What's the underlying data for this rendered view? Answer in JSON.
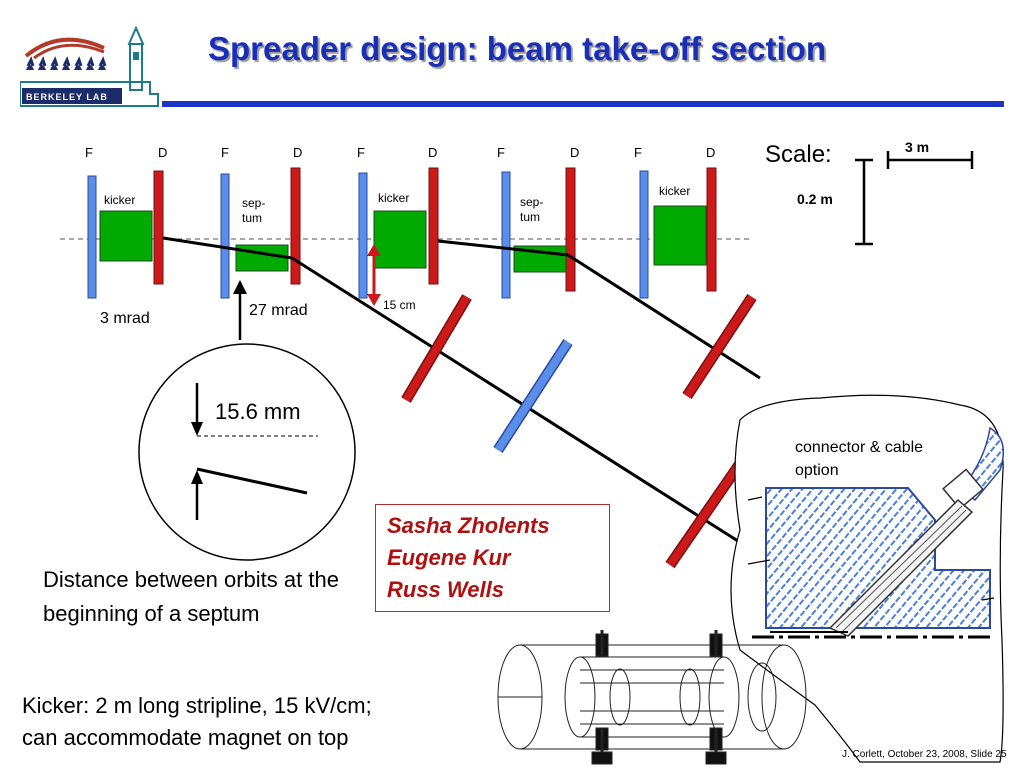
{
  "header": {
    "title": "Spreader design: beam take-off section",
    "logo_text": "BERKELEY LAB",
    "accent_color": "#1a35c8"
  },
  "diagram": {
    "magnet_labels": [
      "F",
      "D",
      "F",
      "D",
      "F",
      "D",
      "F",
      "D",
      "F",
      "D"
    ],
    "element_labels": {
      "kicker_1": "kicker",
      "septum_1": "sep-\ntum",
      "kicker_2": "kicker",
      "septum_2": "sep-\ntum",
      "kicker_3": "kicker"
    },
    "angle_1": "3 mrad",
    "angle_2": "27 mrad",
    "gap_label": "15 cm",
    "scale": {
      "label": "Scale:",
      "horizontal": "3 m",
      "vertical": "0.2 m"
    },
    "inset": {
      "distance": "15.6 mm"
    },
    "inset_caption": "Distance between orbits at the beginning of a septum",
    "connector_label": "connector & cable option",
    "kicker_note": "Kicker: 2 m long stripline, 15 kV/cm;\ncan accommodate magnet on top",
    "colors": {
      "focusing_magnet": "#5b8ee8",
      "defocusing_magnet": "#cc1a1a",
      "kicker_box": "#00aa00",
      "credits_text": "#b01010"
    }
  },
  "credits": [
    "Sasha Zholents",
    "Eugene Kur",
    "Russ Wells"
  ],
  "footer": "J. Corlett, October 23, 2008, Slide 25"
}
